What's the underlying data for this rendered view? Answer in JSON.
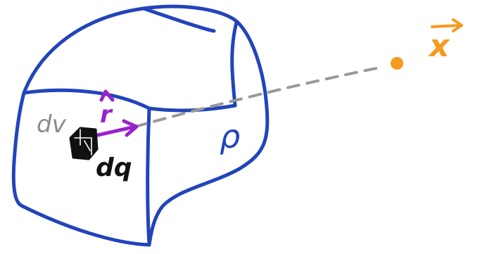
{
  "labels": {
    "volume_element": "dv",
    "charge_element": "dq",
    "density": "ρ",
    "separation": "r",
    "field_point": "x"
  },
  "colors": {
    "body_outline": "#2244bb",
    "separation_vector": "#9922cc",
    "field_point": "#f59a1e",
    "dashed_line": "#999999",
    "volume_label": "#8c8c8c",
    "charge_element": "#111111"
  },
  "icons": {
    "field_point_marker": "filled-dot",
    "vector_hat": "arrow-right-icon",
    "separation_hat": "caret-hat-icon"
  }
}
